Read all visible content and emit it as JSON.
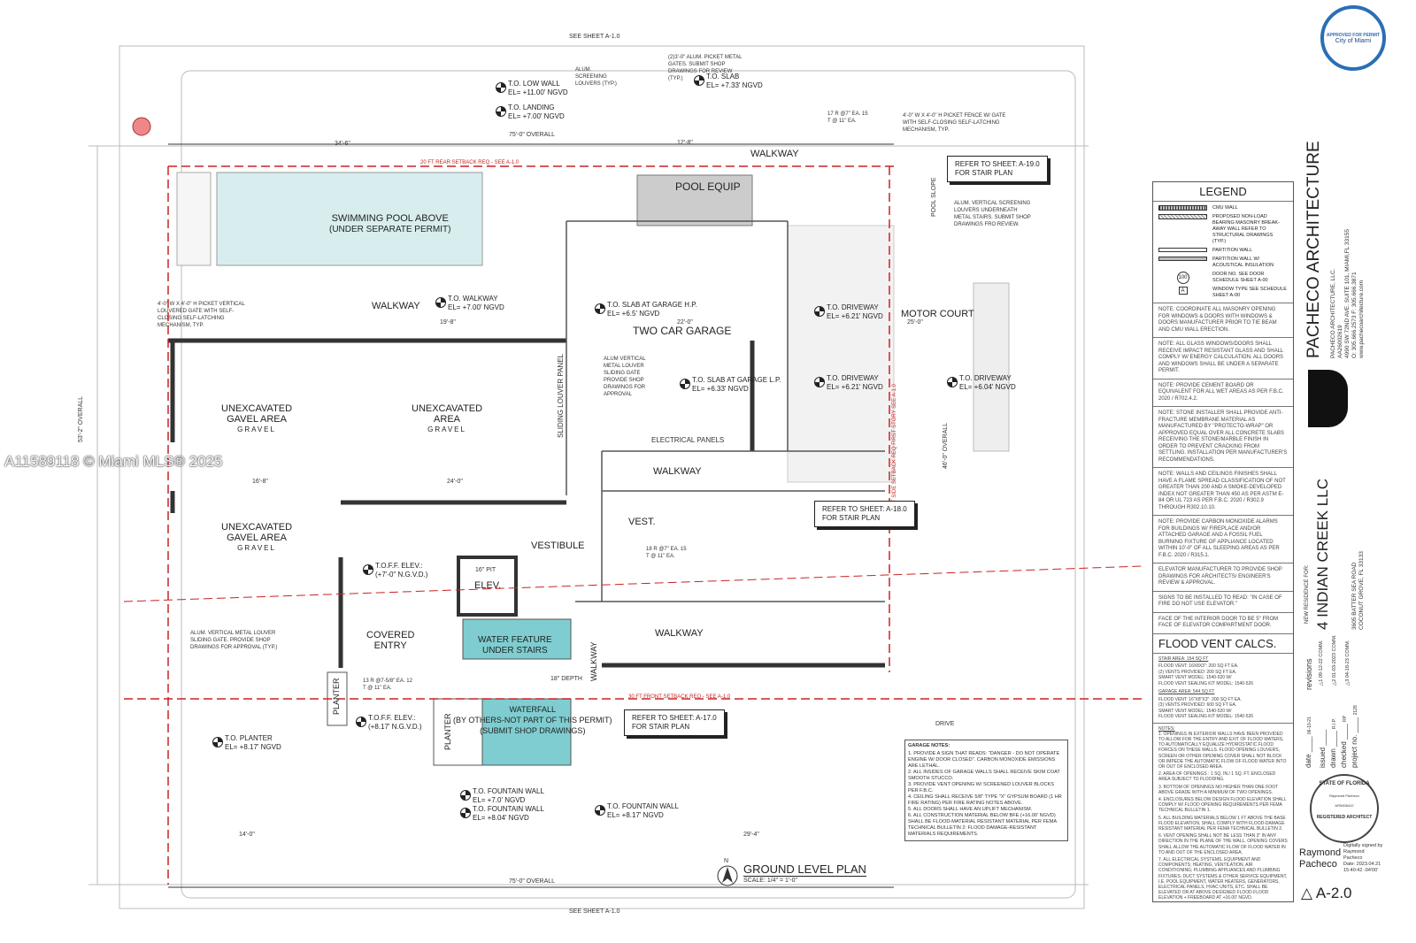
{
  "sheet_refs": {
    "top": "SEE SHEET A-1.0",
    "bottom": "SEE SHEET A-1.0"
  },
  "watermark": "A11589118 © Miami MLS® 2025",
  "setbacks": {
    "rear": "20 FT REAR SETBACK REQ - SEE A-1.0",
    "front": "30 FT FRONT SETBACK REQ - SEE A-1.0",
    "side": "20 FT SIDE SETBACK REQ FIRST STORY SEE A-1.0"
  },
  "dimensions": {
    "overall_top": "75'-0\" OVERALL",
    "overall_bottom": "75'-0\" OVERALL",
    "overall_left": "53'-2\" OVERALL",
    "overall_right": "46'-0\" OVERALL",
    "d1": "34'-6\"",
    "d2": "19'-8\"",
    "d3": "22'-0\"",
    "d4": "12'-8\"",
    "d5": "16'-8\"",
    "d6": "24'-0\"",
    "d7": "14'-0\"",
    "d8": "29'-4\"",
    "d9": "25'-0\""
  },
  "rooms": {
    "pool": {
      "line1": "SWIMMING POOL ABOVE",
      "line2": "(UNDER SEPARATE PERMIT)"
    },
    "pool_equip": "POOL EQUIP",
    "walkway_top": "WALKWAY",
    "walkway_left": "WALKWAY",
    "walkway_mid": "WALKWAY",
    "walkway_low": "WALKWAY",
    "walkway_vert": "WALKWAY",
    "garage": "TWO CAR GARAGE",
    "motor_court": "MOTOR COURT",
    "unexc1": {
      "line1": "UNEXCAVATED",
      "line2": "GAVEL AREA",
      "sub": "GRAVEL"
    },
    "unexc2": {
      "line1": "UNEXCAVATED",
      "line2": "AREA",
      "sub": "GRAVEL"
    },
    "unexc3": {
      "line1": "UNEXCAVATED",
      "line2": "GAVEL AREA",
      "sub": "GRAVEL"
    },
    "vest": "VEST.",
    "vestibule": "VESTIBULE",
    "elev": "ELEV.",
    "pit": "16\" PIT",
    "covered_entry": {
      "line1": "COVERED",
      "line2": "ENTRY"
    },
    "water_feature": {
      "line1": "WATER FEATURE",
      "line2": "UNDER STAIRS"
    },
    "waterfall": {
      "line1": "WATERFALL",
      "line2": "(BY OTHERS-NOT PART OF THIS PERMIT)",
      "line3": "(SUBMIT SHOP DRAWINGS)"
    },
    "planter1": "PLANTER",
    "planter2": "PLANTER",
    "electrical": "ELECTRICAL PANELS",
    "louver": "SLIDING LOUVER PANEL",
    "depth": "18\" DEPTH",
    "pool_slope": "POOL SLOPE",
    "drive": "DRIVE"
  },
  "elevations": [
    {
      "l1": "T.O. LOW WALL",
      "l2": "EL= +11.00' NGVD"
    },
    {
      "l1": "T.O. LANDING",
      "l2": "EL= +7.00' NGVD"
    },
    {
      "l1": "T.O. SLAB",
      "l2": "EL= +7.33' NGVD"
    },
    {
      "l1": "T.O. WALKWAY",
      "l2": "EL= +7.00' NGVD"
    },
    {
      "l1": "T.O. SLAB AT GARAGE H.P.",
      "l2": "EL= +6.5' NGVD"
    },
    {
      "l1": "T.O. DRIVEWAY",
      "l2": "EL= +6.21' NGVD"
    },
    {
      "l1": "T.O. SLAB AT GARAGE L.P.",
      "l2": "EL= +6.33' NGVD"
    },
    {
      "l1": "T.O. DRIVEWAY",
      "l2": "EL= +6.21' NGVD"
    },
    {
      "l1": "T.O. DRIVEWAY",
      "l2": "EL= +6.04' NGVD"
    },
    {
      "l1": "T.O. PLANTER",
      "l2": "EL= +8.17' NGVD"
    },
    {
      "l1": "T.O. FOUNTAIN WALL",
      "l2": "EL= +7.0' NGVD"
    },
    {
      "l1": "T.O. FOUNTAIN WALL",
      "l2": "EL= +8.04' NGVD"
    },
    {
      "l1": "T.O. FOUNTAIN WALL",
      "l2": "EL= +8.17' NGVD"
    }
  ],
  "toff": [
    {
      "l1": "T.O.F.F. ELEV.:",
      "l2": "(+7'-0\" N.G.V.D.)"
    },
    {
      "l1": "T.O.F.F. ELEV.:",
      "l2": "(+8.17' N.G.V.D.)"
    }
  ],
  "refs": [
    {
      "l1": "REFER TO SHEET: A-19.0",
      "l2": "FOR STAIR PLAN"
    },
    {
      "l1": "REFER TO SHEET: A-18.0",
      "l2": "FOR STAIR PLAN"
    },
    {
      "l1": "REFER TO SHEET: A-17.0",
      "l2": "FOR STAIR PLAN"
    }
  ],
  "small_notes": {
    "picket": "4'-0\" W X 4'-0\" H PICKET FENCE W/ GATE WITH SELF-CLOSING SELF-LATCHING MECHANISM, TYP.",
    "picket_left": "4'-0\" W X 4'-0\" H PICKET VERTICAL LOUVERED GATE WITH SELF-CLOSING SELF-LATCHING MECHANISM, TYP.",
    "alum_gates": "(2)3'-0\" ALUM. PICKET METAL GATES. SUBMIT SHOP DRAWINGS FOR REVIEW (TYP.)",
    "alum_screen": "ALUM. SCREENING LOUVERS (TYP.)",
    "alum_vertical": "ALUM. VERTICAL SCREENING LOUVERS UNDERNEATH METAL STAIRS. SUBMIT SHOP DRAWINGS FRO REVIEW.",
    "alum_louver": "ALUM VERTICAL METAL LOUVER SLIDING GATE PROVIDE SHOP DRAWINGS FOR APPROVAL",
    "alum_left": "ALUM. VERTICAL METAL LOUVER SLIDING GATE. PROVIDE SHOP DRAWINGS FOR APPROVAL (TYP.)",
    "stair_ea": "17 R @7\" EA. 15 T @ 11\" EA.",
    "stair_vest": "18 R @7\" EA. 15 T @ 11\" EA.",
    "stair_entry": "13 R @7-5/8\" EA. 12 T @ 11\" EA."
  },
  "garage_notes": {
    "title": "GARAGE NOTES:",
    "items": [
      "1. PROVIDE A SIGN THAT READS: \"DANGER - DO NOT OPERATE ENGINE W/ DOOR CLOSED\". CARBON MONOXIDE EMISSIONS ARE LETHAL.",
      "2. ALL INSIDES OF GARAGE WALLS SHALL RECEIVE SKIM COAT SMOOTH STUCCO.",
      "3. PROVIDE VENT OPENING W/ SCREENED LOUVER BLOCKS PER F.B.C.",
      "4. CEILING SHALL RECEIVE 5/8\" TYPE \"X\" GYPSUM BOARD (1 HR FIRE RATING) PER FIRE RATING NOTES ABOVE.",
      "5. ALL DOORS SHALL HAVE AN UPLIFT MECHANISM.",
      "6. ALL CONSTRUCTION MATERIAL BELOW BFE (+16.00' NGVD) SHALL BE FLOOD-MATERIAL RESISTANT MATERIAL PER FEMA TECHNICAL BULLETIN 2: FLOOD DAMAGE-RESISTANT MATERIALS REQUIREMENTS."
    ]
  },
  "plan_title": {
    "north": "N",
    "title": "GROUND LEVEL PLAN",
    "scale": "SCALE: 1/4\" = 1'-0\""
  },
  "legend": {
    "title": "LEGEND",
    "items": [
      "CMU WALL",
      "PROPOSED NON-LOAD BEARING MASONRY BREAK-AWAY WALL REFER TO STRUCTURAL DRAWINGS (TYP.)",
      "PARTITION WALL",
      "PARTITION WALL W/ ACOUSTICAL INSULATION",
      "DOOR NO. SEE DOOR SCHEDULE SHEET A-00",
      "WINDOW TYPE SEE SCHEDULE SHEET A-00"
    ],
    "door_tag": "100",
    "window_tag": "A"
  },
  "notes": [
    "NOTE: COORDINATE ALL MASONRY OPENING FOR WINDOWS & DOORS WITH WINDOWS & DOORS MANUFACTURER PRIOR TO TIE BEAM AND CMU WALL ERECTION.",
    "NOTE: ALL GLASS WINDOWS/DOORS SHALL RECEIVE IMPACT RESISTANT GLASS AND SHALL COMPLY W/ ENERGY CALCULATION. ALL DOORS AND WINDOWS SHALL BE UNDER A SEPARATE PERMIT.",
    "NOTE: PROVIDE CEMENT BOARD OR EQUIVALENT FOR ALL WET AREAS AS PER F.B.C. 2020 / R702.4.2.",
    "NOTE: STONE INSTALLER SHALL PROVIDE ANTI-FRACTURE MEMBRANE MATERIAL AS MANUFACTURED BY \"PROTECTO-WRAP\" OR APPROVED EQUAL OVER ALL CONCRETE SLABS RECEIVING THE STONE/MARBLE FINISH IN ORDER TO PREVENT CRACKING FROM SETTLING. INSTALLATION PER MANUFACTURER'S RECOMMENDATIONS.",
    "NOTE: WALLS AND CEILINGS FINISHES SHALL HAVE A FLAME SPREAD CLASSIFICATION OF NOT GREATER THAN 200 AND A SMOKE-DEVELOPED INDEX NOT GREATER THAN 450 AS PER ASTM E-84 OR UL 723 AS PER F.B.C. 2020 / R302.9 THROUGH R302.10.10.",
    "NOTE: PROVIDE CARBON MONOXIDE ALARMS FOR BUILDINGS W/ FIREPLACE AND/OR ATTACHED GARAGE AND A FOSSIL FUEL BURNING FIXTURE OF APPLIANCE LOCATED WITHIN 10'-0\" OF ALL SLEEPING AREAS AS PER F.B.C. 2020 / R315.1.",
    "ELEVATOR MANUFACTURER TO PROVIDE SHOP DRAWINGS FOR ARCHITECTS/ ENGINEER'S REVIEW & APPROVAL.",
    "SIGNS TO BE INSTALLED TO READ: \"IN CASE OF FIRE DO NOT USE ELEVATOR.\"",
    "FACE OF THE INTERIOR DOOR TO BE 5\" FROM FACE OF ELEVATOR COMPARTMENT DOOR."
  ],
  "flood": {
    "title": "FLOOD VENT CALCS.",
    "stair_area": "STAIR AREA: 154 SQ FT",
    "stair_lines": [
      "FLOOD VENT: 16X8X3\": 200 SQ FT EA.",
      "(2) VENTS PROVIDED: 200 SQ FT EA.",
      "SMART VENT MODEL: 1540-520 W/",
      "FLOOD VENT SEALING KIT MODEL: 1540-526"
    ],
    "garage_area": "GARAGE AREA: 544 SQ FT",
    "garage_lines": [
      "FLOOD VENT: 16\"X8\"X3\": 200 SQ FT EA.",
      "(3) VENTS PROVIDED: 600 SQ FT EA.",
      "SMART VENT MODEL: 1540-520 W/",
      "FLOOD VENT SEALING KIT MODEL: 1540-526"
    ],
    "notes_title": "NOTES:",
    "notes": [
      "1. OPENINGS IN EXTERIOR WALLS HAVE BEEN PROVIDED TO ALLOW FOR THE ENTRY AND EXIT OF FLOOD WATERS, TO AUTOMATICALLY EQUALIZE HYDROSTATIC FLOOD FORCES ON THESE WALLS. FLOOD OPENING LOUVERS, SCREEN OR OTHER OPENING COVER SHALL NOT BLOCK OR IMPEDE THE AUTOMATIC FLOW OF FLOOD WATER INTO OR OUT OF ENCLOSED AREA.",
      "2. AREA OF OPENINGS : 1 SQ. IN./ 1 SQ. FT. ENCLOSED AREA SUBJECT TO FLOODING.",
      "3. BOTTOM OF OPENINGS NO HIGHER THAN ONE FOOT ABOVE GRADE WITH A MINIMUM OF TWO OPENINGS.",
      "4. ENCLOSURES BELOW DESIGN FLOOD ELEVATION SHALL COMPLY W/ FLOOD OPENING REQUIREMENTS PER FEMA TECHNICAL BULLETIN 1.",
      "5. ALL BUILDING MATERIALS BELOW 1 FT ABOVE THE BASE FLOOD ELEVATION, SHALL COMPLY WITH FLOOD-DAMAGE RESISTANT MATERIAL PER FEMA TECHNICAL BULLETIN 2.",
      "6. VENT OPENING SHALL NOT BE LESS THAN 3\" IN ANY DIRECTION IN THE PLANE OF THE WALL. OPENING COVERS SHALL ALLOW THE AUTOMATIC FLOW OF FLOOD WATER IN TO AND OUT OF THE ENCLOSED AREA.",
      "7. ALL ELECTRICAL SYSTEMS, EQUIPMENT AND COMPONENTS; HEATING, VENTILATION, AIR CONDITIONING; PLUMBING APPLIANCES AND PLUMBING FIXTURES; DUCT SYSTEMS & OTHER SERVICE EQUIPMENT, I.E. POOL EQUIPMENT, WATER HEATERS, GENERATORS, ELECTRICAL PANELS, HVAC UNITS, ETC. SHALL BE ELEVATED OR AT ABOVE DESIGNED FLOOD FLOOD ELEVATION + FREEBOARD AT +16.00' NGVD."
    ]
  },
  "firm": {
    "name": "PACHECO ARCHITECTURE",
    "llc": "PACHECO ARCHITECTURE, LLC.",
    "license": "AA26002619",
    "address": "4990 SW 72ND AVE. SUITE 101, MIAMI,FL 33155",
    "phone": "O: 305.666.2573   F: 305.666.3871",
    "web": "www.pachecoarchitecture.com"
  },
  "project": {
    "for": "NEW RESIDENCE FOR:",
    "name": "4 INDIAN CREEK LLC",
    "addr1": "3605 BATTER SEA ROAD",
    "addr2": "COCONUT GROVE, FL 33133"
  },
  "revisions": {
    "label": "revisions",
    "items": [
      {
        "n": "1",
        "text": "09-12-22 COMM."
      },
      {
        "n": "2",
        "text": "01-03-2023 COMM."
      },
      {
        "n": "3",
        "text": "04-18-23 COMM."
      }
    ]
  },
  "info": [
    {
      "k": "date",
      "v": "06-10-21"
    },
    {
      "k": "issued",
      "v": ""
    },
    {
      "k": "drawn",
      "v": "R.I.P."
    },
    {
      "k": "checked",
      "v": "RP"
    },
    {
      "k": "project no.",
      "v": "2128"
    }
  ],
  "seal": {
    "top": "STATE OF FLORIDA",
    "bottom": "REGISTERED ARCHITECT",
    "name": "Raymond Pacheco",
    "num": "AR0006412"
  },
  "signature": {
    "name1": "Raymond",
    "name2": "Pacheco",
    "digital": "Digitally signed by Raymond Pacheco",
    "date": "Date: 2023.04.21 15:40:42 -04'00'"
  },
  "sheet": {
    "number": "A-2.0"
  },
  "stamp": {
    "text": "APPROVED FOR PERMIT",
    "city": "City of Miami"
  }
}
